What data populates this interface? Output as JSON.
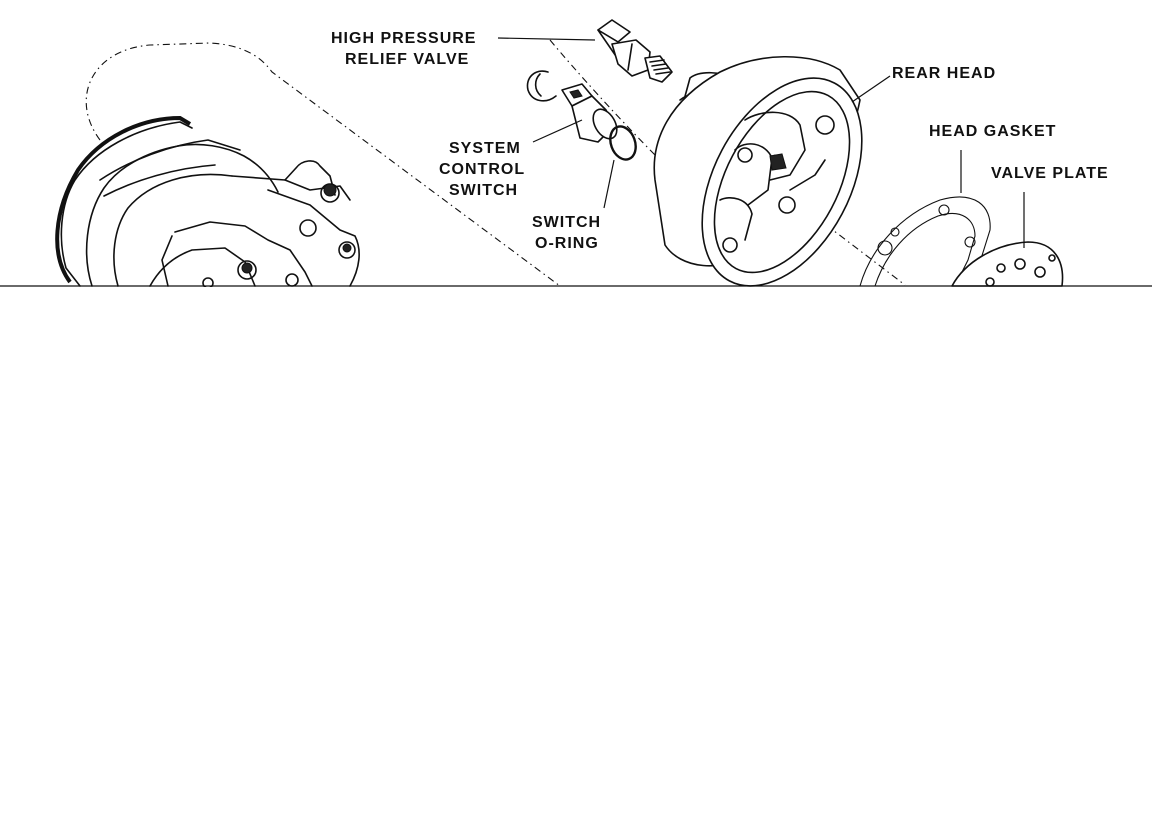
{
  "labels": {
    "high_pressure_relief_valve": [
      "HIGH PRESSURE",
      "RELIEF VALVE"
    ],
    "system_control_switch": [
      "SYSTEM",
      "CONTROL",
      "SWITCH"
    ],
    "switch_o_ring": [
      "SWITCH",
      "O-RING"
    ],
    "rear_head": "REAR HEAD",
    "head_gasket": "HEAD GASKET",
    "valve_plate": "VALVE PLATE"
  }
}
